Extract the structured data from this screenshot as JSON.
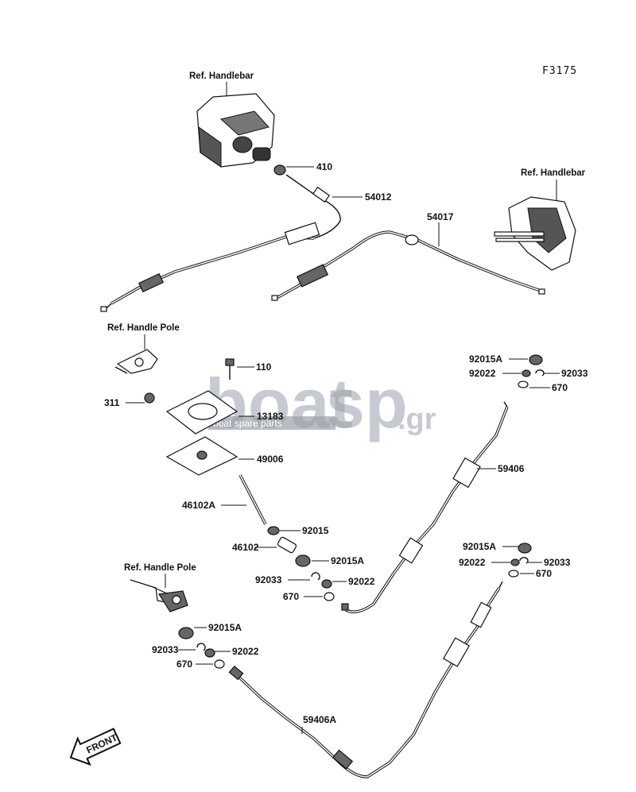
{
  "figure_code": "F3175",
  "ref_labels": {
    "handlebar_left": "Ref. Handlebar",
    "handlebar_right": "Ref. Handlebar",
    "handle_pole_top": "Ref. Handle Pole",
    "handle_pole_bottom": "Ref. Handle Pole"
  },
  "parts": {
    "p410": "410",
    "p54012": "54012",
    "p54017": "54017",
    "p110": "110",
    "p13183": "13183",
    "p311": "311",
    "p49006": "49006",
    "p46102A": "46102A",
    "p92015": "92015",
    "p46102": "46102",
    "p92015A_mid": "92015A",
    "p92033_mid": "92033",
    "p92022_mid": "92022",
    "p670_mid": "670",
    "p92015A_tr": "92015A",
    "p92022_tr": "92022",
    "p92033_tr": "92033",
    "p670_tr": "670",
    "p59406": "59406",
    "p92015A_r2": "92015A",
    "p92022_r2": "92022",
    "p92033_r2": "92033",
    "p670_r2": "670",
    "p92015A_bl": "92015A",
    "p92033_bl": "92033",
    "p92022_bl": "92022",
    "p670_bl": "670",
    "p59406A": "59406A"
  },
  "watermark": {
    "brand_a": "boat",
    "brand_b": "sp",
    "brand_tld": ".gr",
    "tagline": "boat spare parts"
  },
  "front_arrow": "FRONT",
  "colors": {
    "ink": "#111111",
    "watermark": "#9aa0aa",
    "background": "#ffffff"
  }
}
